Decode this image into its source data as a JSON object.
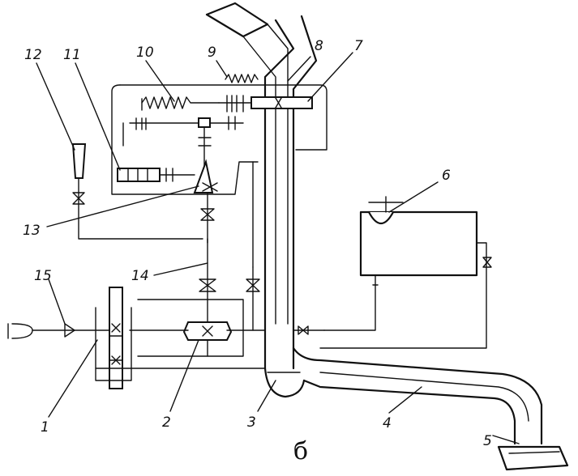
{
  "figure": {
    "caption": "б",
    "labels": [
      {
        "id": "1",
        "text": "1"
      },
      {
        "id": "2",
        "text": "2"
      },
      {
        "id": "3",
        "text": "3"
      },
      {
        "id": "4",
        "text": "4"
      },
      {
        "id": "5",
        "text": "5"
      },
      {
        "id": "6",
        "text": "6"
      },
      {
        "id": "7",
        "text": "7"
      },
      {
        "id": "8",
        "text": "8"
      },
      {
        "id": "9",
        "text": "9"
      },
      {
        "id": "10",
        "text": "10"
      },
      {
        "id": "11",
        "text": "11"
      },
      {
        "id": "12",
        "text": "12"
      },
      {
        "id": "13",
        "text": "13"
      },
      {
        "id": "14",
        "text": "14"
      },
      {
        "id": "15",
        "text": "15"
      }
    ]
  }
}
